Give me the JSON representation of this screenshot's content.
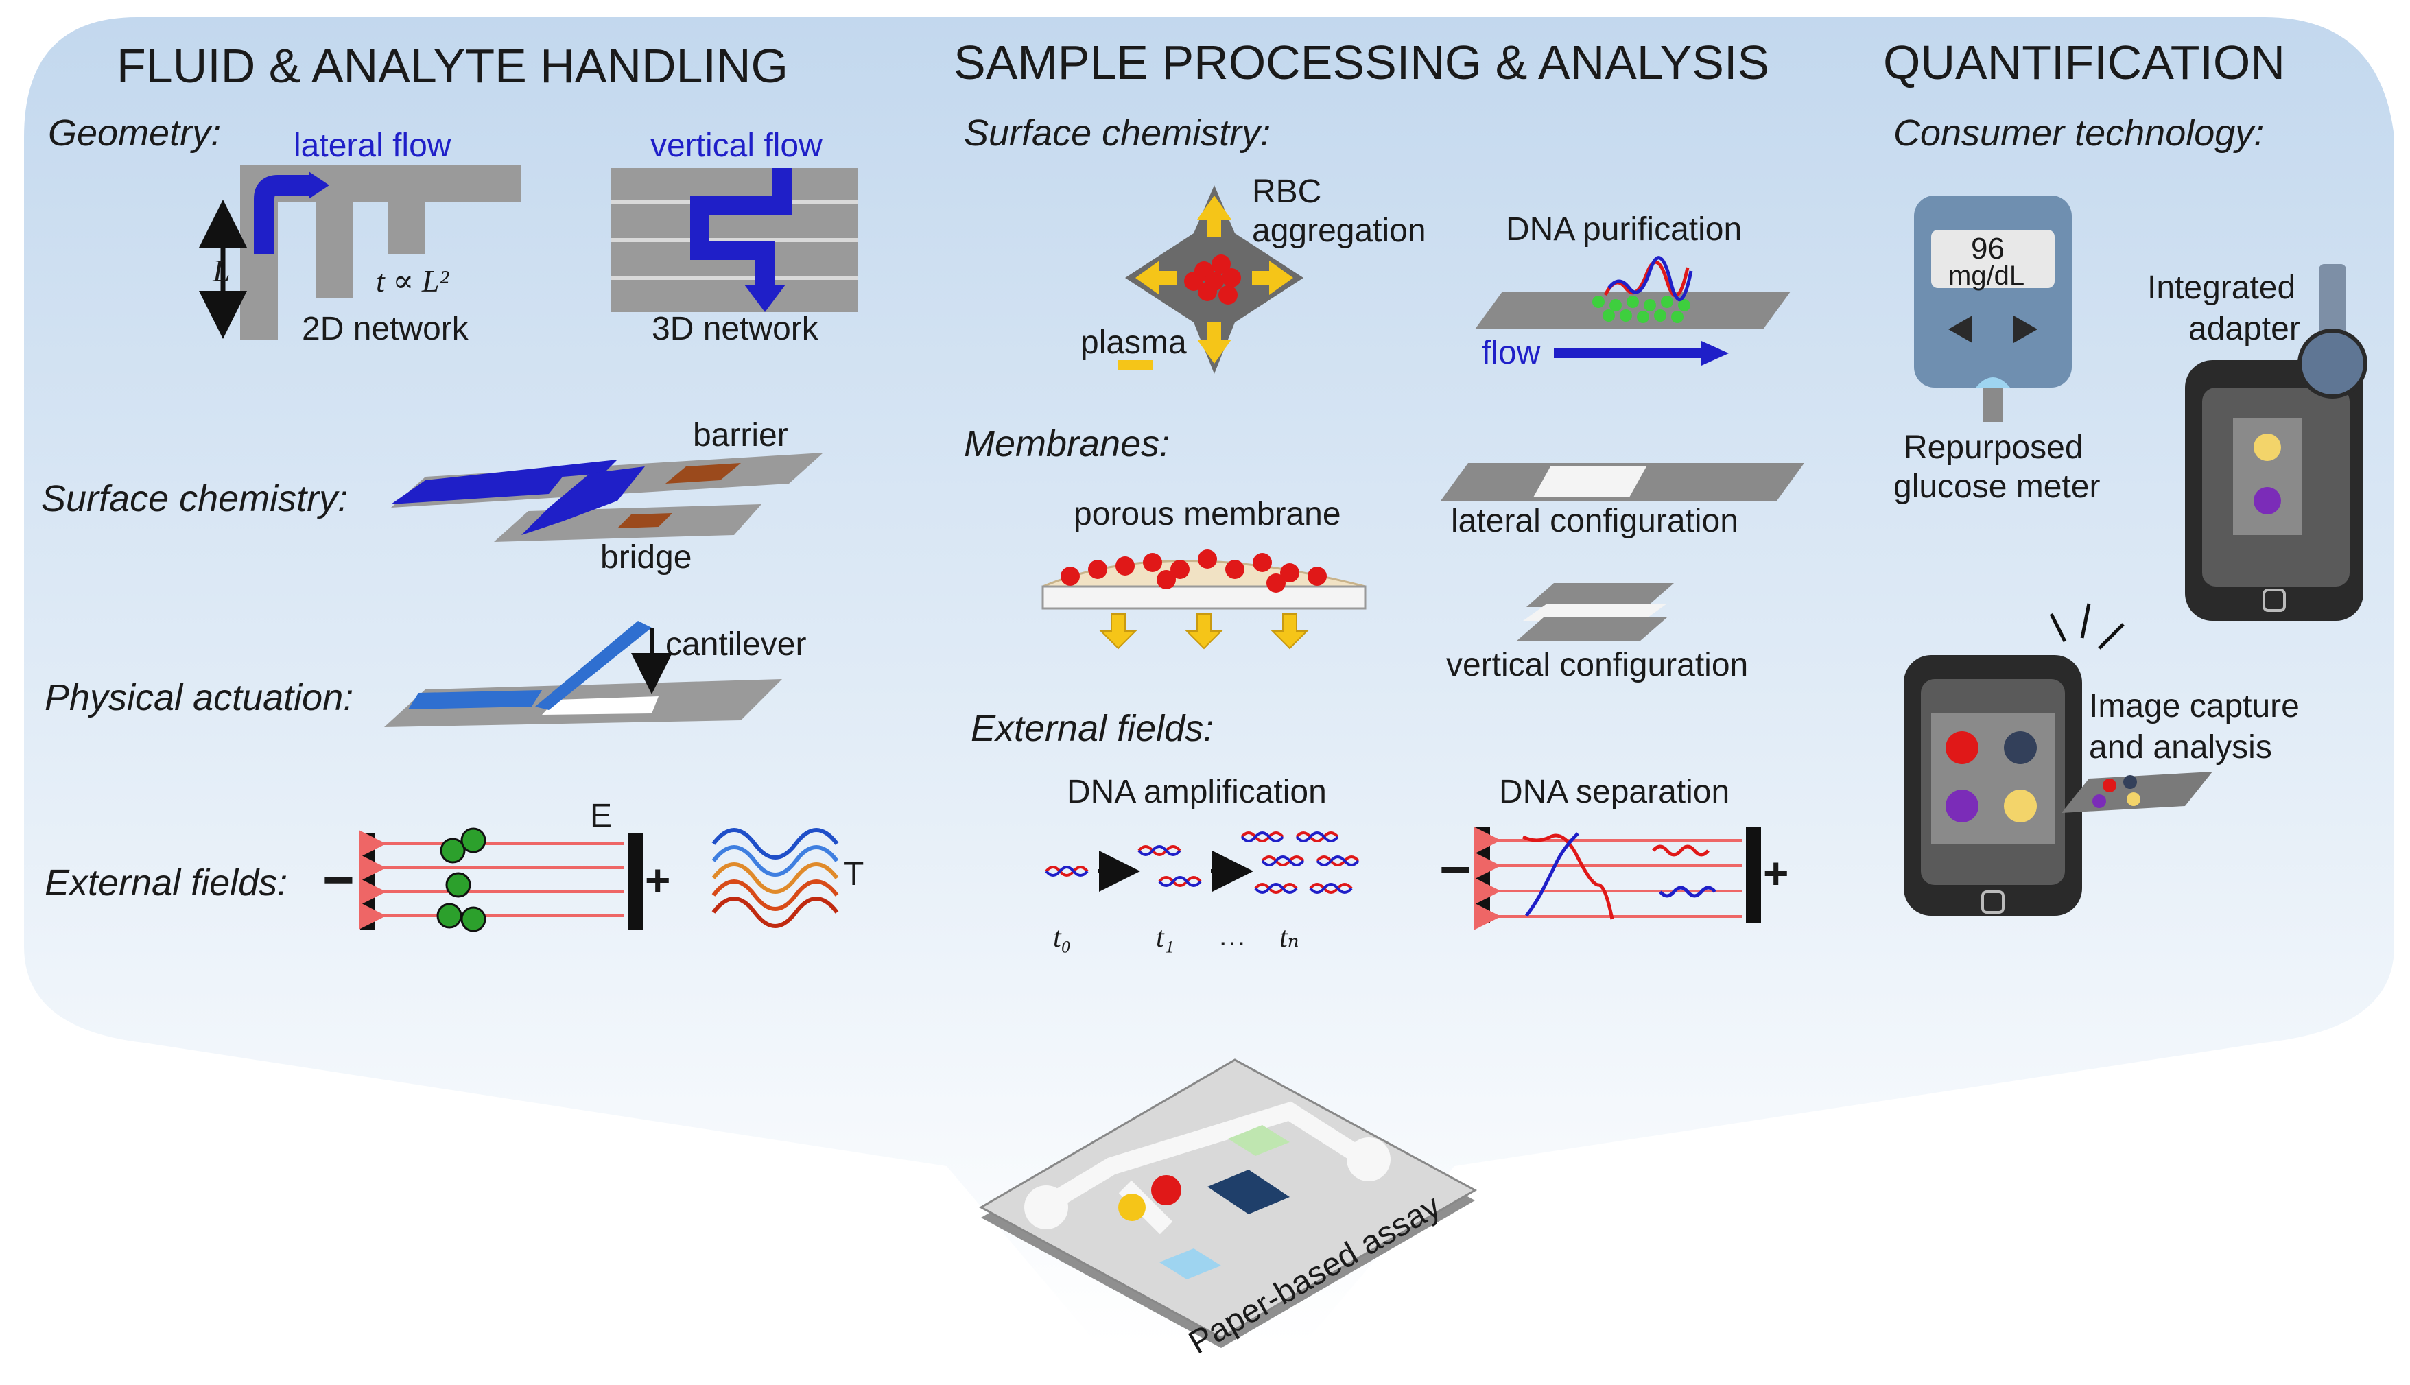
{
  "sections": {
    "fluid": {
      "title": "FLUID & ANALYTE HANDLING",
      "geometry": {
        "label": "Geometry:",
        "lateral_flow": "lateral flow",
        "vertical_flow": "vertical flow",
        "length_symbol": "L",
        "time_formula": "t ∝ L²",
        "net2d": "2D network",
        "net3d": "3D network"
      },
      "surface_chemistry": {
        "label": "Surface chemistry:",
        "barrier": "barrier",
        "bridge": "bridge"
      },
      "physical_actuation": {
        "label": "Physical actuation:",
        "cantilever": "cantilever"
      },
      "external_fields": {
        "label": "External fields:",
        "field": "E",
        "temperature": "T",
        "minus": "−",
        "plus": "+"
      }
    },
    "sample": {
      "title": "SAMPLE PROCESSING & ANALYSIS",
      "surface_chemistry": {
        "label": "Surface chemistry:",
        "rbc_line1": "RBC",
        "rbc_line2": "aggregation",
        "plasma": "plasma",
        "dna_purification": "DNA purification",
        "flow": "flow"
      },
      "membranes": {
        "label": "Membranes:",
        "porous": "porous membrane",
        "lateral": "lateral configuration",
        "vertical": "vertical configuration"
      },
      "external_fields": {
        "label": "External fields:",
        "amplification": "DNA amplification",
        "separation": "DNA separation",
        "t0": "t₀",
        "t1": "t₁",
        "ellipsis": "…",
        "tn": "tₙ",
        "minus": "−",
        "plus": "+"
      }
    },
    "quant": {
      "title": "QUANTIFICATION",
      "consumer": "Consumer technology:",
      "meter_value": "96",
      "meter_unit": "mg/dL",
      "glucose_line1": "Repurposed",
      "glucose_line2": "glucose meter",
      "adapter_line1": "Integrated",
      "adapter_line2": "adapter",
      "capture_line1": "Image capture",
      "capture_line2": "and analysis"
    }
  },
  "assay_label": "Paper-based assay",
  "colors": {
    "panel_top": "#c9dcef",
    "panel_bottom": "#ffffff",
    "flow_blue": "#1f1fc8",
    "paper_gray": "#9a9a9a",
    "rbc_red": "#e01818",
    "arrow_yellow": "#f5c518",
    "barrier_brown": "#9b4a1c"
  }
}
